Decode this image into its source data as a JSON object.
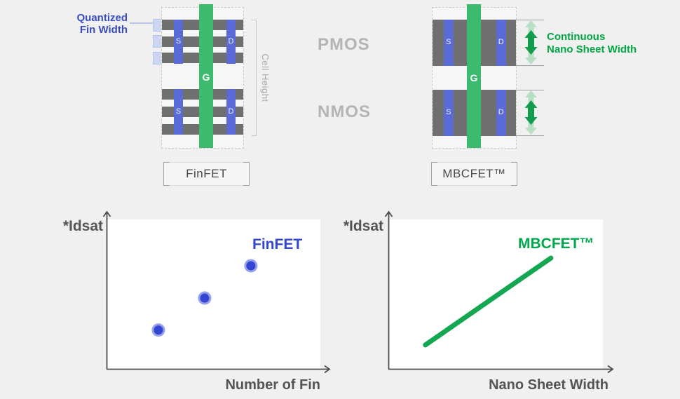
{
  "page": {
    "background": "#f0f0f0"
  },
  "diagram": {
    "finfet": {
      "annotation_line1": "Quantized",
      "annotation_line2": "Fin Width",
      "cell_height_label": "Cell Height",
      "source_label": "S",
      "drain_label": "D",
      "gate_label": "G",
      "caption": "FinFET"
    },
    "mbcfet": {
      "annotation_line1": "Continuous",
      "annotation_line2": "Nano Sheet Width",
      "source_label": "S",
      "drain_label": "D",
      "gate_label": "G",
      "caption": "MBCFET™"
    },
    "row_labels": {
      "pmos": "PMOS",
      "nmos": "NMOS"
    }
  },
  "charts": {
    "finfet": {
      "ylabel": "*Idsat",
      "xlabel": "Number of Fin",
      "legend": "FinFET"
    },
    "mbcfet": {
      "ylabel": "*Idsat",
      "xlabel": "Nano Sheet Width",
      "legend": "MBCFET™"
    }
  },
  "chart_data": [
    {
      "type": "scatter",
      "title": "FinFET drive current vs number of fins (conceptual, no numeric ticks)",
      "xlabel": "Number of Fin",
      "ylabel": "*Idsat",
      "legend": "FinFET",
      "categories": [
        1,
        2,
        3
      ],
      "values": [
        1,
        2,
        3
      ],
      "points_frac": [
        {
          "x": 0.24,
          "y": 0.26
        },
        {
          "x": 0.457,
          "y": 0.474
        },
        {
          "x": 0.674,
          "y": 0.69
        }
      ],
      "grid": false,
      "legend_position": "top-right"
    },
    {
      "type": "line",
      "title": "MBCFET drive current vs nano sheet width (conceptual continuous scaling)",
      "xlabel": "Nano Sheet Width",
      "ylabel": "*Idsat",
      "legend": "MBCFET™",
      "points_frac": [
        {
          "x": 0.17,
          "y": 0.16
        },
        {
          "x": 0.757,
          "y": 0.742
        }
      ],
      "grid": false,
      "legend_position": "top-right"
    }
  ],
  "colors": {
    "background": "#f0f0f0",
    "fin_gray": "#6f6f6f",
    "sd_blue": "#5a6bd8",
    "gate_green": "#3cba6e",
    "annotation_blue": "#3a4dc0",
    "annotation_green": "#00a843",
    "arrow_light_green": "#b7dfc4",
    "arrow_dark_green": "#149c4d",
    "chart_green": "#14a751",
    "dot_blue": "#3445d2",
    "dot_halo": "#95a1ea",
    "axis_gray": "#4d4d4d",
    "row_label_gray": "#b4b4b4"
  }
}
